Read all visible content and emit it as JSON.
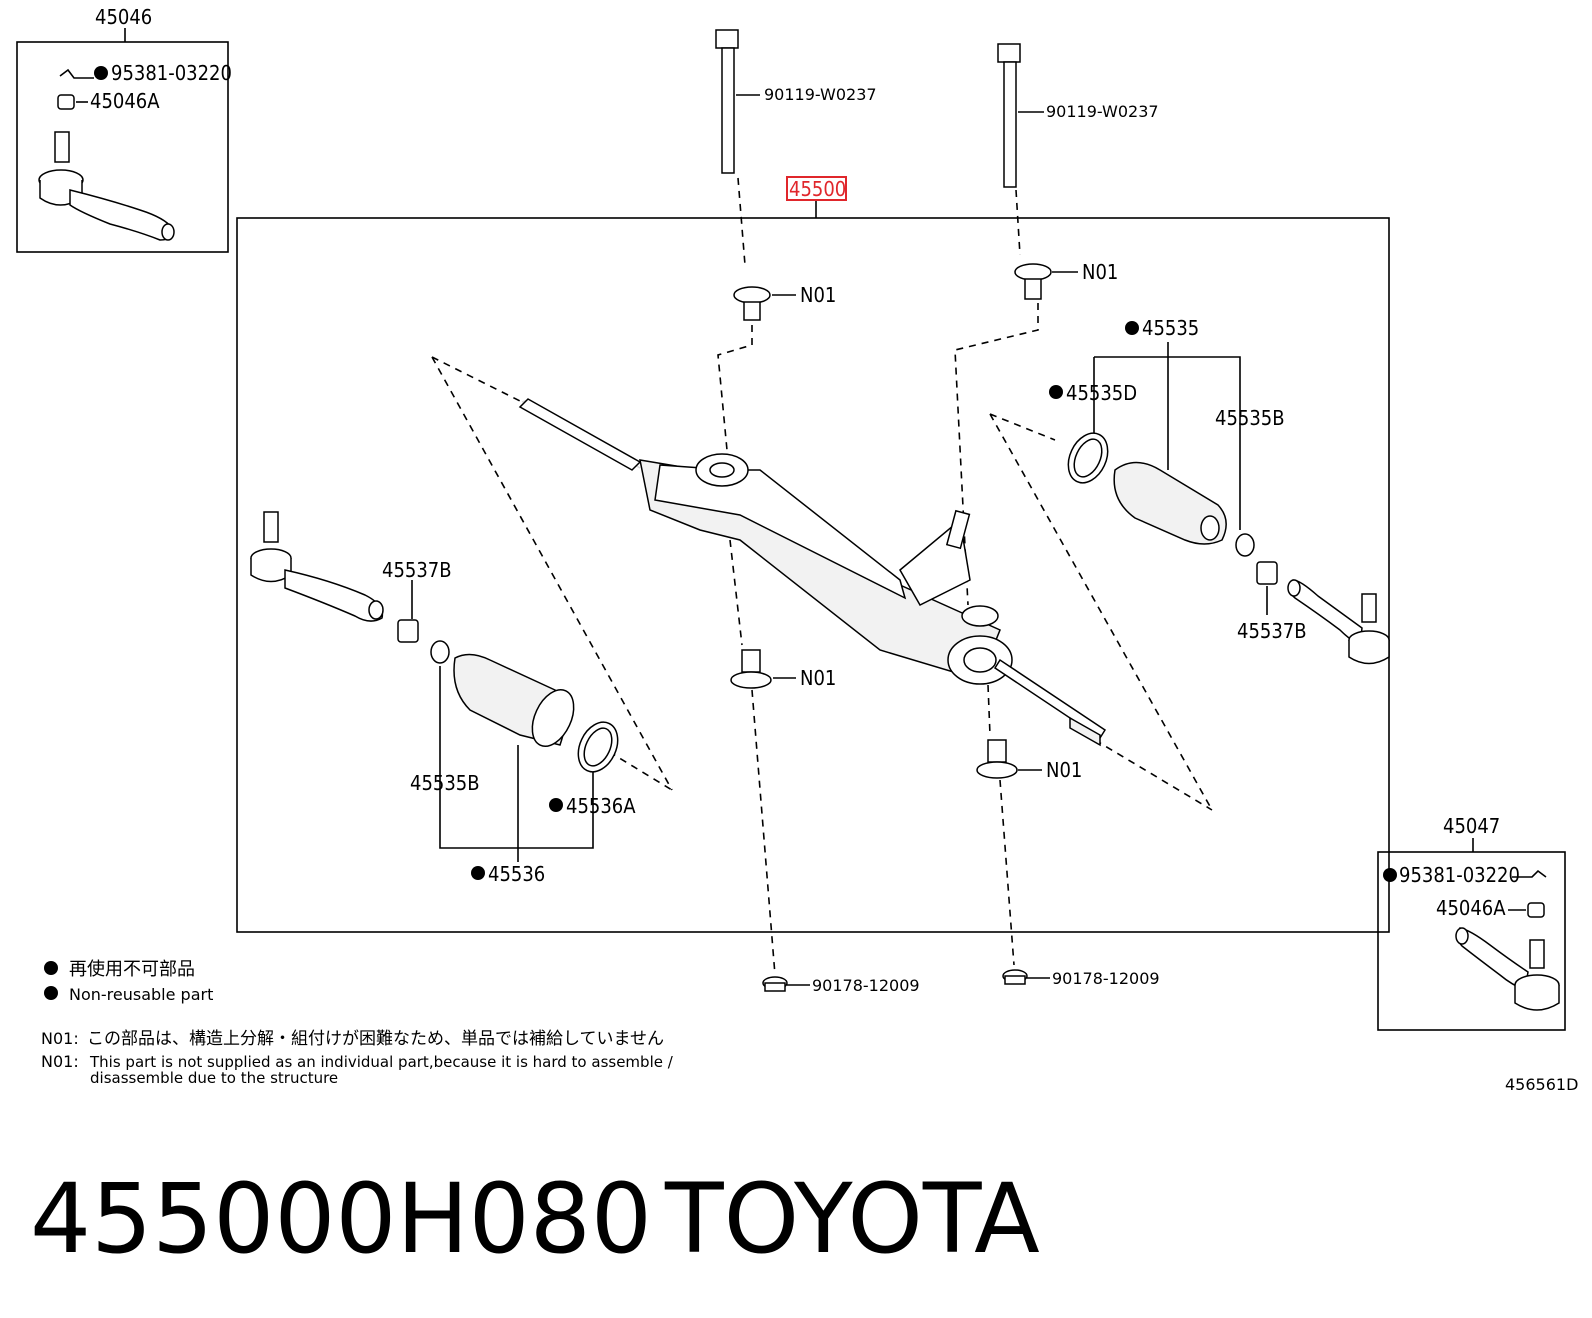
{
  "assembly": {
    "main_label": "45500",
    "highlight_color": "#e0262b"
  },
  "callouts": {
    "tie_rod_end_left_assy": "45046",
    "tie_rod_end_right_assy": "45047",
    "cotter_pin_left": "95381-03220",
    "cotter_pin_right": "95381-03220",
    "nut_left": "45046A",
    "nut_right": "45046A",
    "bolt_1": "90119-W0237",
    "bolt_2": "90119-W0237",
    "n01_1": "N01",
    "n01_2": "N01",
    "n01_3": "N01",
    "n01_4": "N01",
    "boot_kit_right": "45535",
    "clamp_right": "45535D",
    "clip_right": "45535B",
    "lock_nut_right": "45537B",
    "lock_nut_left": "45537B",
    "clip_left": "45535B",
    "clamp_left": "45536A",
    "boot_kit_left": "45536",
    "nut_1": "90178-12009",
    "nut_2": "90178-12009"
  },
  "legend": {
    "non_reusable_jp": "再使用不可部品",
    "non_reusable_en": "Non-reusable part",
    "n01_prefix": "N01:",
    "n01_note_jp": "この部品は、構造上分解・組付けが困難なため、単品では補給していません",
    "n01_note_en_line1": "This part is not supplied as an individual part,because it is hard to assemble /",
    "n01_note_en_line2": "disassemble due to the structure"
  },
  "figure_id": "456561D",
  "footer": {
    "part_number": "455000H080",
    "brand": "TOYOTA"
  }
}
